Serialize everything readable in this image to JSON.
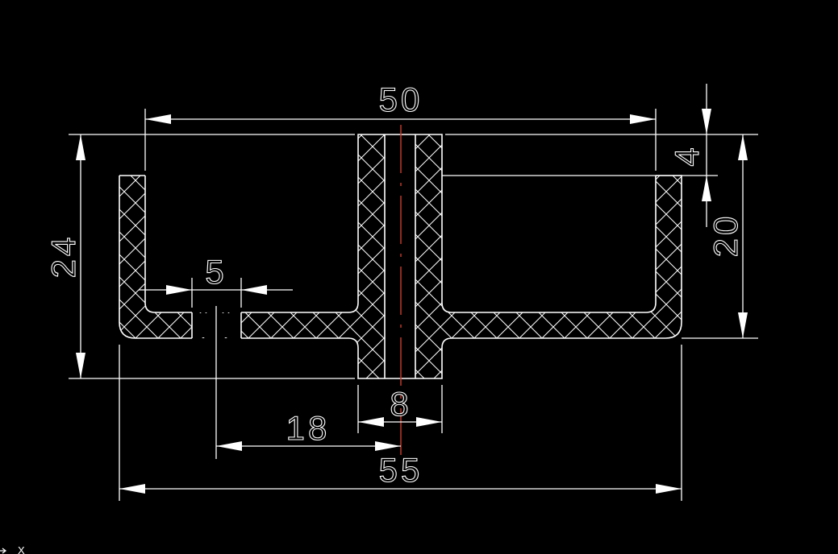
{
  "drawing": {
    "background": "#000000",
    "line_color": "#ffffff",
    "centerline_color": "#c0392b",
    "dimensions": {
      "overall_top_width": "50",
      "overall_bottom_width": "55",
      "overall_height": "24",
      "wall_height": "20",
      "hub_protrusion": "4",
      "hole_width": "5",
      "bore_width": "8",
      "hole_offset": "18"
    },
    "ucs_icon_label": "X"
  }
}
